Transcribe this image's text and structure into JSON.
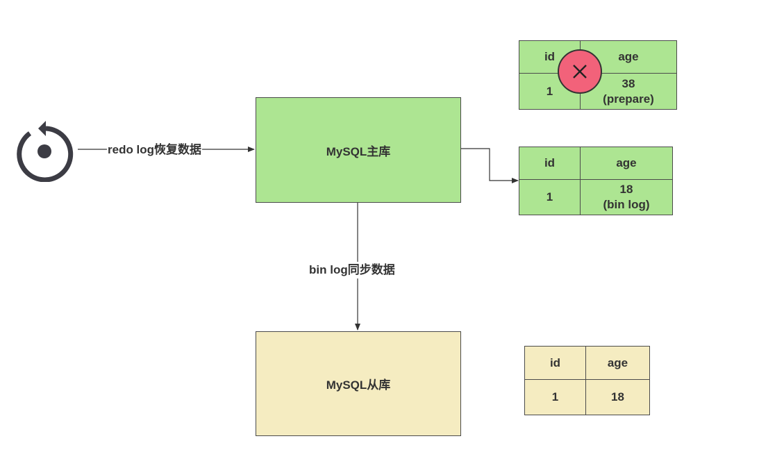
{
  "nodes": {
    "master": "MySQL主库",
    "slave": "MySQL从库"
  },
  "edges": {
    "redo_label": "redo log恢复数据",
    "binlog_label": "bin log同步数据"
  },
  "tables": {
    "prepare": {
      "headers": [
        "id",
        "age"
      ],
      "row": [
        "1",
        "38",
        "(prepare)"
      ],
      "failed": true
    },
    "binlog": {
      "headers": [
        "id",
        "age"
      ],
      "row": [
        "1",
        "18",
        "(bin log)"
      ]
    },
    "slave": {
      "headers": [
        "id",
        "age"
      ],
      "row": [
        "1",
        "18"
      ]
    }
  },
  "icons": {
    "recover": "recover-icon",
    "error": "close-icon"
  },
  "colors": {
    "master_fill": "#ade592",
    "slave_fill": "#f5ecc1",
    "error_fill": "#f2627a",
    "stroke": "#4a4a4a"
  }
}
